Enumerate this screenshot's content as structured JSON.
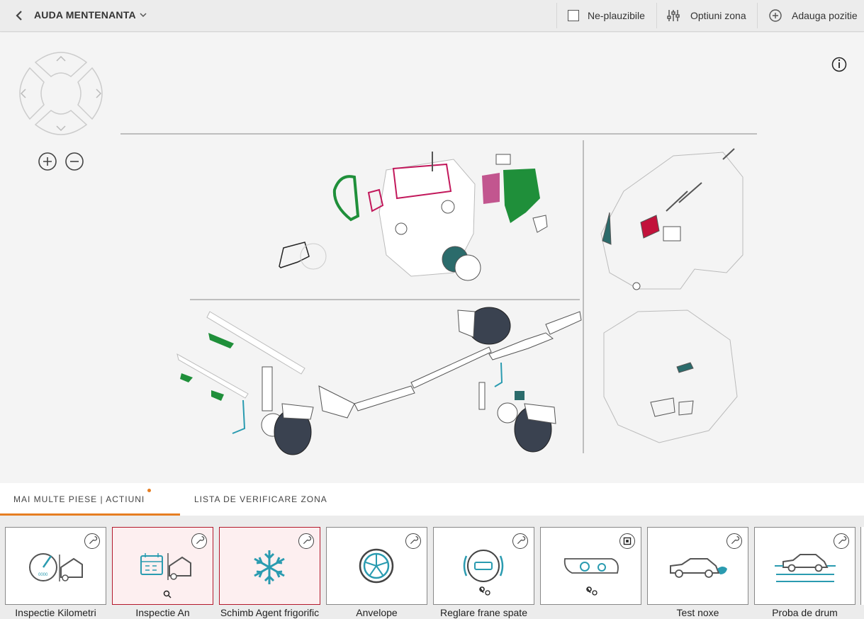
{
  "header": {
    "title": "AUDA MENTENANTA",
    "implausible_label": "Ne-plauzibile",
    "zone_options_label": "Optiuni zona",
    "add_position_label": "Adauga pozitie"
  },
  "tabs": [
    {
      "label": "MAI MULTE PIESE | ACTIUNI",
      "active": true
    },
    {
      "label": "LISTA DE VERIFICARE ZONA",
      "active": false
    }
  ],
  "actions": [
    {
      "label": "Inspectie Kilometri",
      "icon": "odometer-car-icon",
      "selected": false
    },
    {
      "label": "Inspectie An",
      "icon": "calendar-car-icon",
      "selected": true
    },
    {
      "label": "Schimb Agent frigorific",
      "icon": "snowflake-icon",
      "selected": true
    },
    {
      "label": "Anvelope",
      "icon": "tyre-icon",
      "selected": false
    },
    {
      "label": "Reglare frane spate",
      "icon": "brake-icon",
      "selected": false
    },
    {
      "label": "",
      "icon": "headlight-icon",
      "selected": false
    },
    {
      "label": "Test noxe",
      "icon": "exhaust-test-icon",
      "selected": false
    },
    {
      "label": "Proba de drum",
      "icon": "road-test-icon",
      "selected": false
    }
  ],
  "colors": {
    "accent": "#e67e22",
    "selected_border": "#b3192c",
    "teal": "#2a9bb0",
    "part_green": "#1f8f3a",
    "part_pink": "#c2185b"
  }
}
